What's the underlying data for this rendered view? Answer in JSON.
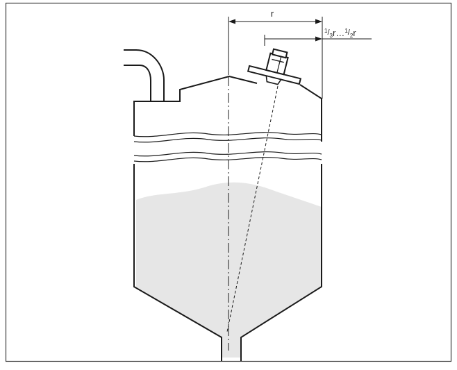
{
  "labels": {
    "radius": "r",
    "offset_prefix_num": "1",
    "offset_prefix_den": "3",
    "offset_mid": "r…",
    "offset_suffix_num": "1",
    "offset_suffix_den": "2",
    "offset_suffix_unit": "r"
  },
  "colors": {
    "line": "#1a1a1a",
    "fill_material": "#e6e6e6",
    "frame": "#3a3a3a",
    "background": "#ffffff"
  }
}
